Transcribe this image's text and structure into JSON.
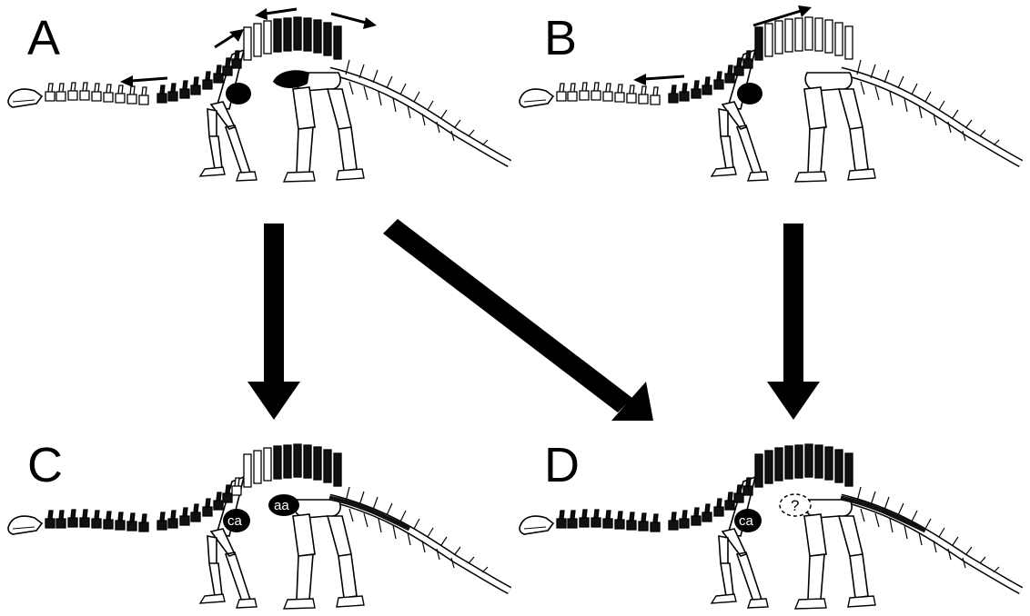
{
  "figure": {
    "panels": [
      {
        "id": "A",
        "label": "A"
      },
      {
        "id": "B",
        "label": "B"
      },
      {
        "id": "C",
        "label": "C",
        "sac_labels": [
          "ca",
          "aa"
        ]
      },
      {
        "id": "D",
        "label": "D",
        "sac_labels": [
          "ca",
          "?"
        ]
      }
    ],
    "transitions": [
      {
        "from": "A",
        "to": "C"
      },
      {
        "from": "A",
        "to": "D"
      },
      {
        "from": "B",
        "to": "D"
      }
    ],
    "colors": {
      "ink": "#000000",
      "bone": "#ffffff",
      "pneumatized_bone": "#111111"
    }
  }
}
